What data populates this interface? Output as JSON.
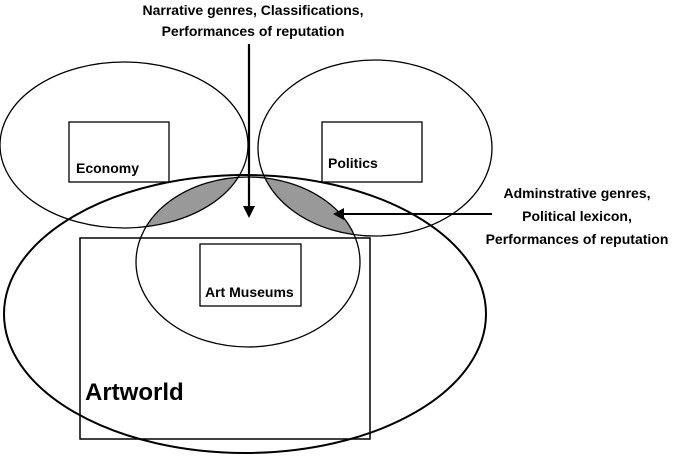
{
  "diagram": {
    "top_annotation": {
      "line1": "Narrative genres, Classifications,",
      "line2": "Performances of reputation"
    },
    "right_annotation": {
      "line1": "Adminstrative genres,",
      "line2": "Political lexicon,",
      "line3": "Performances of reputation"
    },
    "labels": {
      "economy": "Economy",
      "politics": "Politics",
      "art_museums": "Art Museums",
      "artworld": "Artworld"
    },
    "colors": {
      "stroke": "#000000",
      "overlap_fill": "#999999",
      "background": "#ffffff"
    }
  }
}
